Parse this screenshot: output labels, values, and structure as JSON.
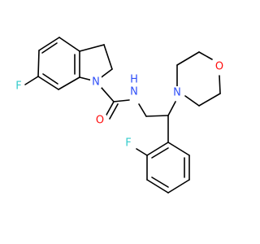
{
  "structure": {
    "colors": {
      "bond": "#000000",
      "F": "#33cccc",
      "N": "#3050f8",
      "O": "#ff0d0d"
    },
    "labels": {
      "f_indoline": "F",
      "n_indoline": "N",
      "o_carbonyl": "O",
      "nh_amide": "N",
      "h_amide": "H",
      "n_morpholine": "N",
      "o_morpholine": "O",
      "f_phenyl": "F"
    }
  }
}
